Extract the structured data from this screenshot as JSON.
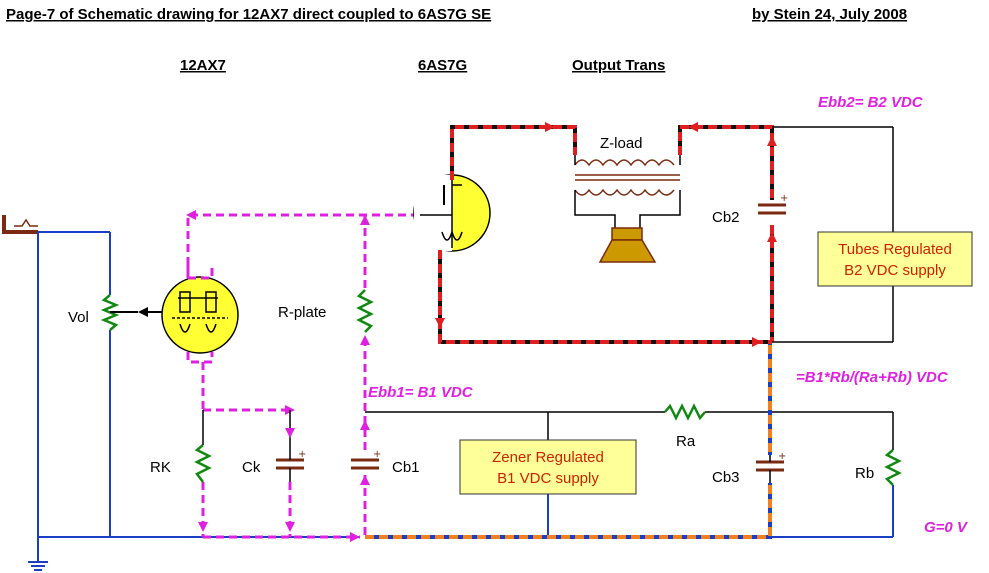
{
  "header": {
    "title": "Page-7 of Schematic drawing for 12AX7 direct coupled to 6AS7G SE",
    "author": "by  Stein  24, July 2008"
  },
  "sections": {
    "tube1": "12AX7",
    "tube2": "6AS7G",
    "trans": "Output Trans"
  },
  "labels": {
    "zload": "Z-load",
    "cb2": "Cb2",
    "vol": "Vol",
    "rplate": "R-plate",
    "rk": "RK",
    "ck": "Ck",
    "cb1": "Cb1",
    "ra": "Ra",
    "cb3": "Cb3",
    "rb": "Rb"
  },
  "voltages": {
    "ebb2": "Ebb2= B2 VDC",
    "ebb1": "Ebb1= B1 VDC",
    "divider": "=B1*Rb/(Ra+Rb) VDC",
    "ground": "G=0 V"
  },
  "boxes": {
    "tubes_supply": [
      "Tubes Regulated",
      "B2 VDC supply"
    ],
    "zener_supply": [
      "Zener Regulated",
      "B1 VDC supply"
    ]
  },
  "colors": {
    "signal_pink": "#e020e0",
    "current_red": "#e02020",
    "current_orange": "#f08020",
    "ground_blue": "#1a3fc4",
    "tube_yellow": "#ffff33",
    "box_yellow": "#ffff99"
  }
}
